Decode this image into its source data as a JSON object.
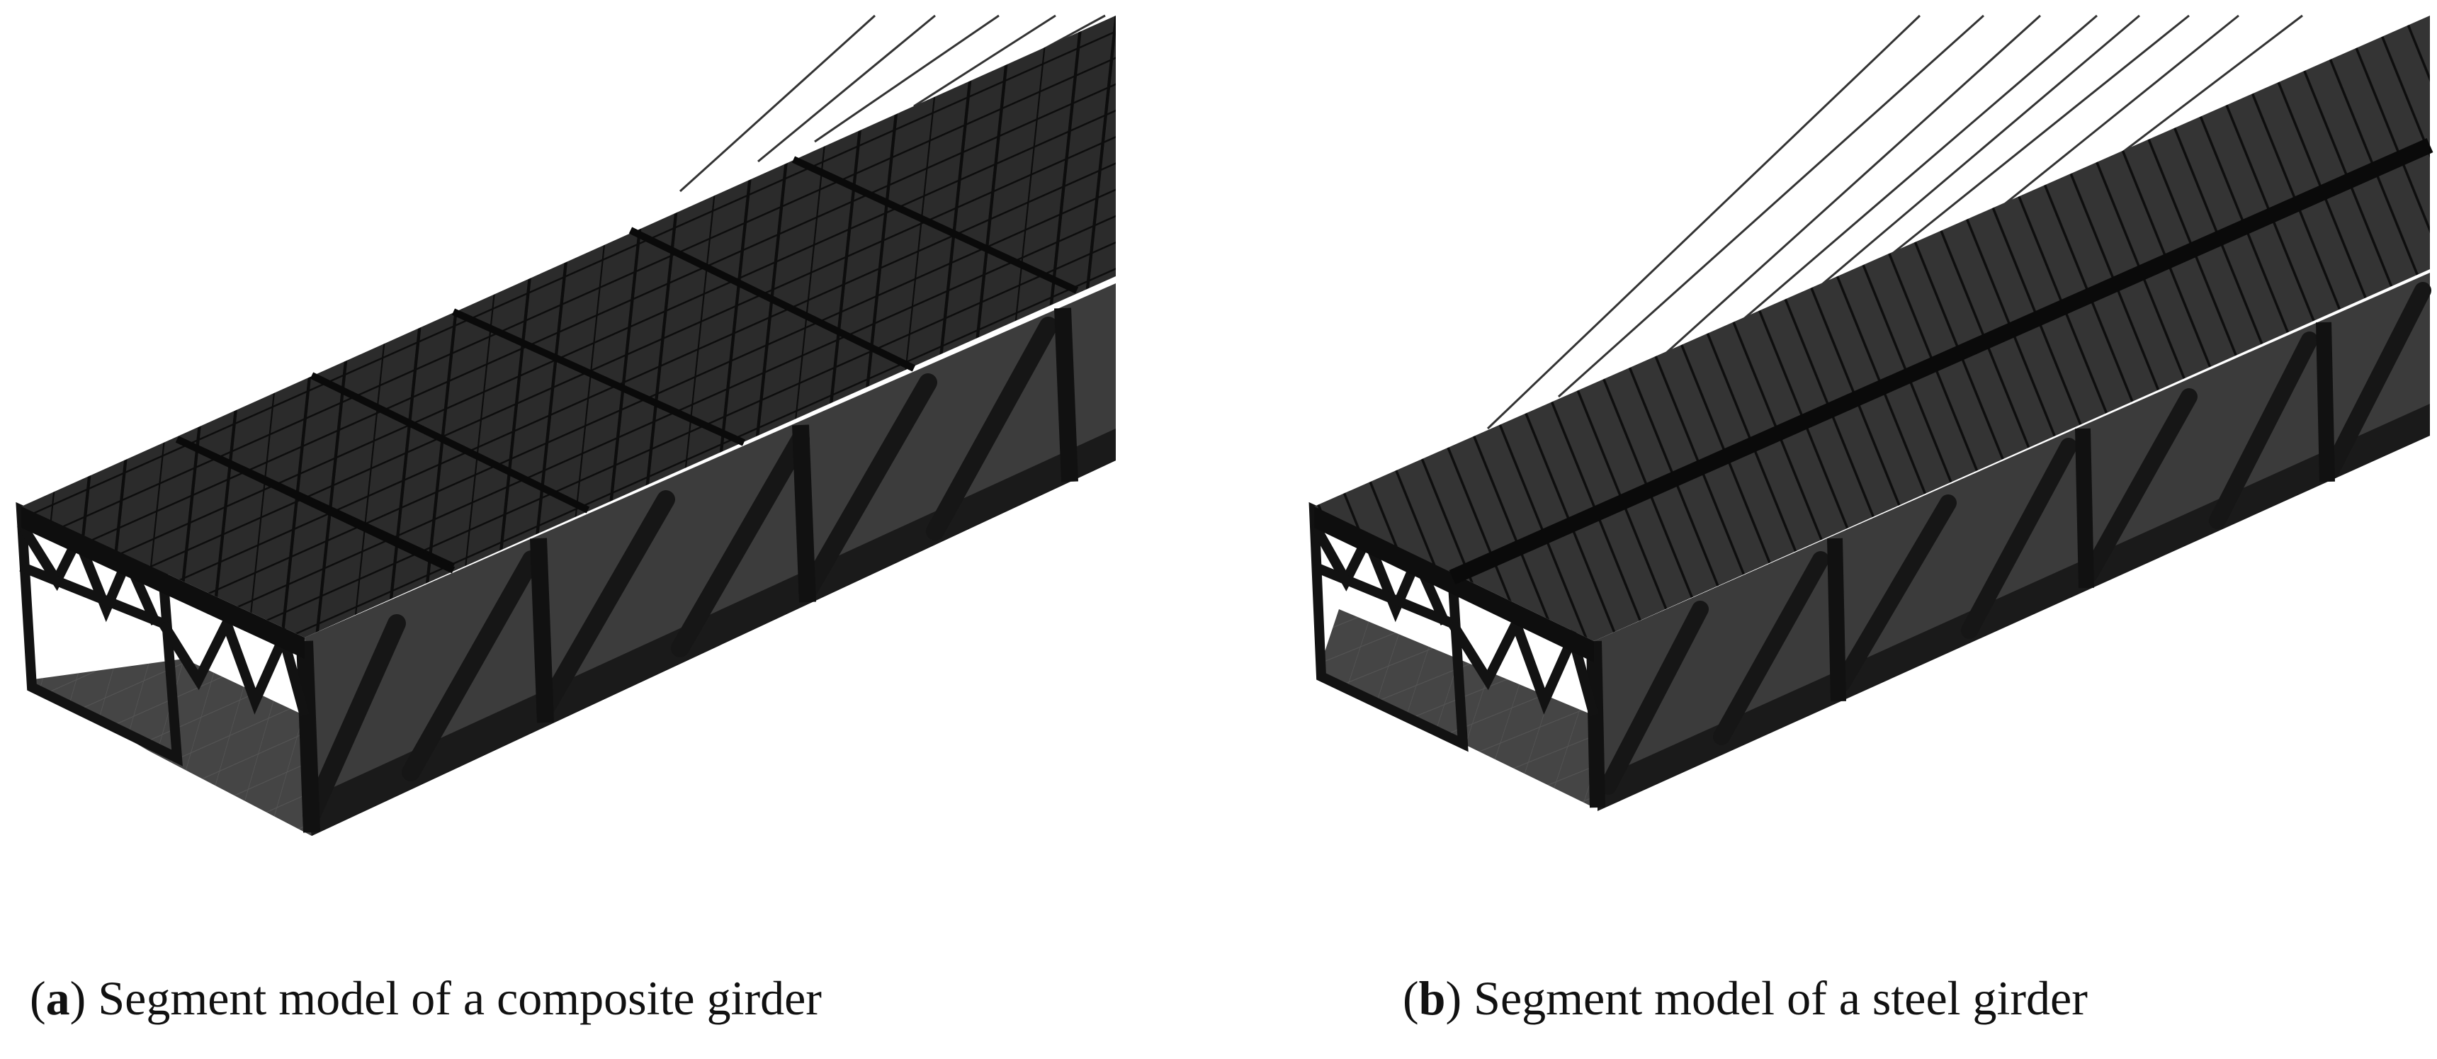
{
  "figure": {
    "panels": [
      {
        "letter": "a",
        "text": "Segment model of a composite girder"
      },
      {
        "letter": "b",
        "text": "Segment model of a steel girder"
      }
    ]
  }
}
